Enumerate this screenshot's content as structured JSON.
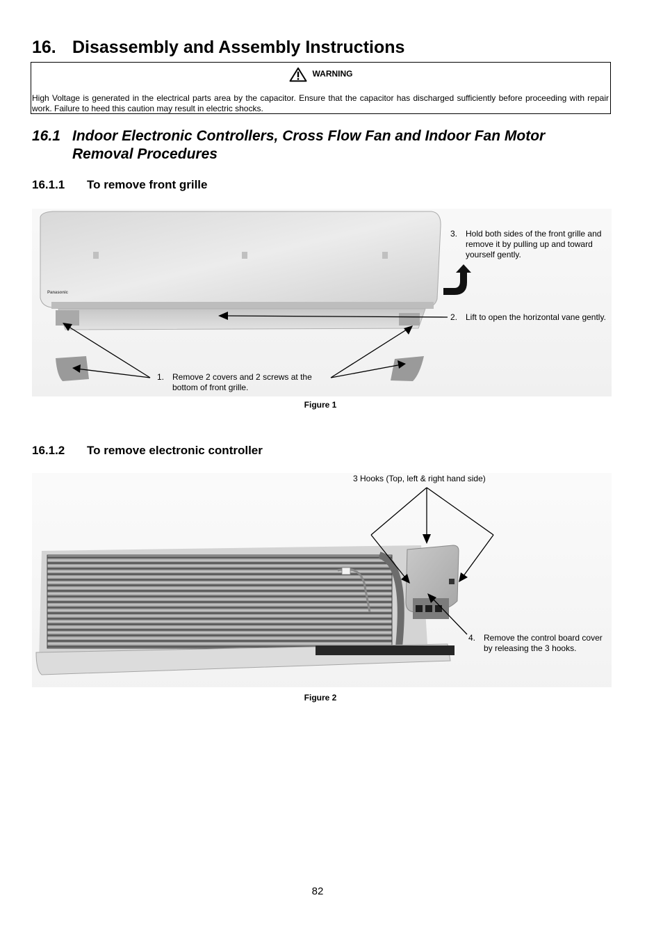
{
  "section": {
    "number": "16.",
    "title": "Disassembly and Assembly Instructions"
  },
  "warning": {
    "label": "WARNING",
    "text": "High Voltage is generated in the electrical parts area by the capacitor. Ensure that the capacitor has discharged sufficiently before proceeding with repair work. Failure to heed this caution may result in electric shocks."
  },
  "subsection": {
    "number": "16.1",
    "title_line1": "Indoor Electronic Controllers, Cross Flow Fan and Indoor Fan Motor",
    "title_line2": "Removal Procedures"
  },
  "step1": {
    "number": "16.1.1",
    "title": "To remove front grille",
    "brand": "Panasonic",
    "note3_num": "3.",
    "note3_text": "Hold both sides of the front grille and remove it by pulling up and toward yourself gently.",
    "note2_num": "2.",
    "note2_text": "Lift to open the horizontal vane gently.",
    "note1_num": "1.",
    "note1_text": "Remove 2 covers and 2 screws at the bottom of front grille.",
    "caption": "Figure 1"
  },
  "step2": {
    "number": "16.1.2",
    "title": "To remove electronic controller",
    "hooks_label": "3 Hooks (Top, left & right hand side)",
    "note4_num": "4.",
    "note4_text": "Remove the control board cover by releasing the 3 hooks.",
    "caption": "Figure 2"
  },
  "page_number": "82"
}
